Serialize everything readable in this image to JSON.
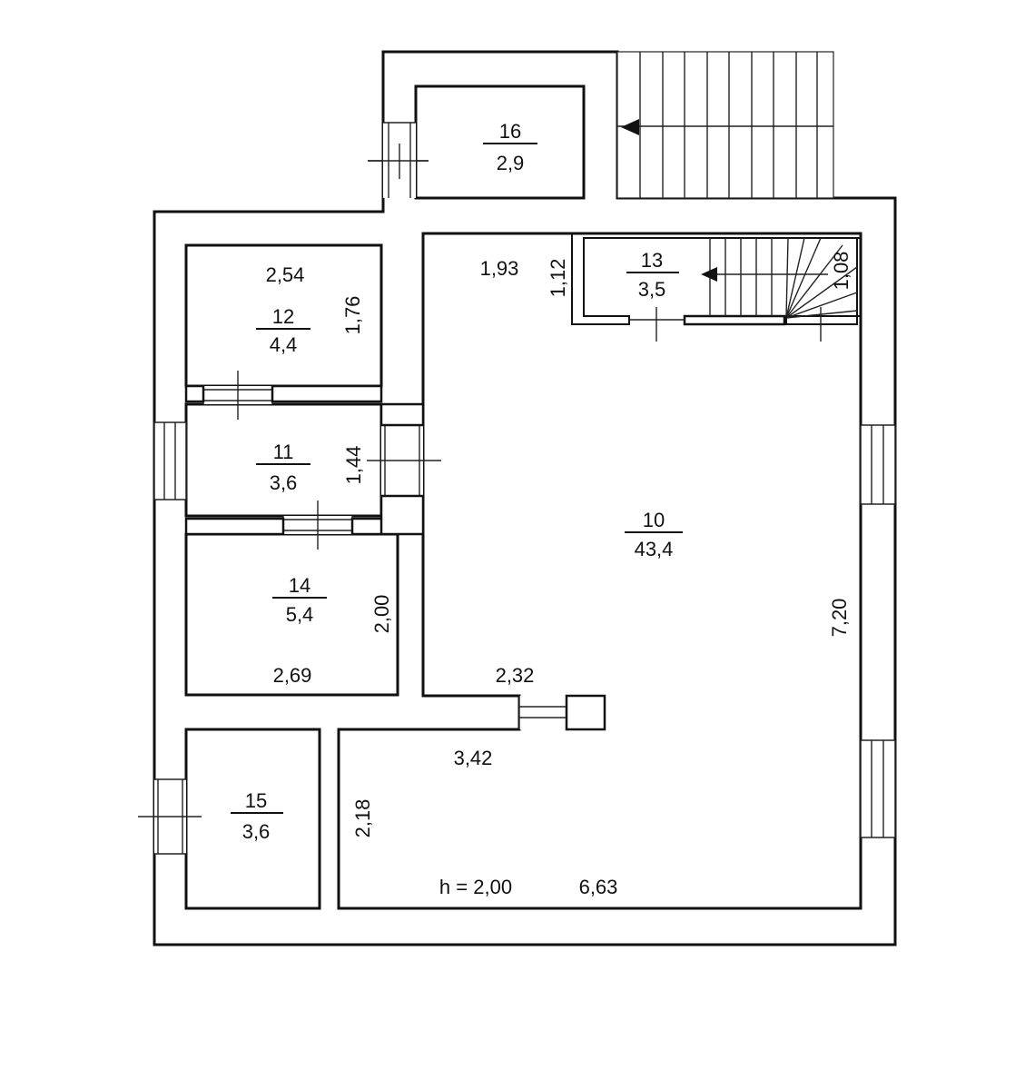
{
  "rooms": [
    {
      "number": "16",
      "area": "2,9"
    },
    {
      "number": "13",
      "area": "3,5"
    },
    {
      "number": "12",
      "area": "4,4"
    },
    {
      "number": "11",
      "area": "3,6"
    },
    {
      "number": "14",
      "area": "5,4"
    },
    {
      "number": "10",
      "area": "43,4"
    },
    {
      "number": "15",
      "area": "3,6"
    }
  ],
  "dimensions": {
    "room12_width": "2,54",
    "room12_height": "1,76",
    "room10_top_width": "1,93",
    "room10_niche": "1,12",
    "room13_depth": "1,08",
    "room11_height": "1,44",
    "room14_height": "2,00",
    "room14_width": "2,69",
    "room10_step": "2,32",
    "room10_lower_width": "3,42",
    "room10_left_height": "2,18",
    "room10_bottom_width": "6,63",
    "room10_height": "7,20"
  },
  "ceiling_height": "h = 2,00",
  "colors": {
    "lines": "#111111",
    "background": "#ffffff"
  }
}
